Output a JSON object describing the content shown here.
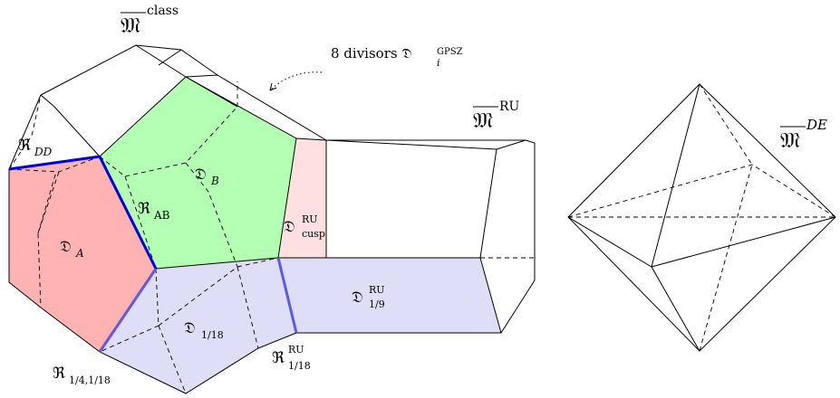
{
  "labels": {
    "m_class_base": "𝔐",
    "m_class_sup": "class",
    "m_ru_base": "𝔐",
    "m_ru_sup": "RU",
    "m_de_base": "𝔐",
    "m_de_sup": "DE",
    "annotation_main": "8 divisors 𝔇",
    "annotation_sub": "i",
    "annotation_sup": "GPSZ",
    "r_dd_base": "ℜ",
    "r_dd_sub": "DD",
    "r_ab_base": "ℜ",
    "r_ab_sub": "AB",
    "d_a_base": "𝔇",
    "d_a_sub": "A",
    "d_b_base": "𝔇",
    "d_b_sub": "B",
    "d_cusp_base": "𝔇",
    "d_cusp_sup": "RU",
    "d_cusp_sub": "cusp",
    "d_19_base": "𝔇",
    "d_19_sup": "RU",
    "d_19_sub": "1/9",
    "d_118_base": "𝔇",
    "d_118_sub": "1/18",
    "r_118_base": "ℜ",
    "r_118_sup": "RU",
    "r_118_sub": "1/18",
    "r_14_base": "ℜ",
    "r_14_sub": "1/4,1/18"
  },
  "colors": {
    "region_a": "#ffb3b3",
    "region_b": "#b3ffb3",
    "region_cusp": "#ffe0e0",
    "region_118": "#dedef7",
    "region_19": "#dedef7",
    "edge_blue": "#0000dd",
    "edge_blue_light": "#5a5af0"
  }
}
